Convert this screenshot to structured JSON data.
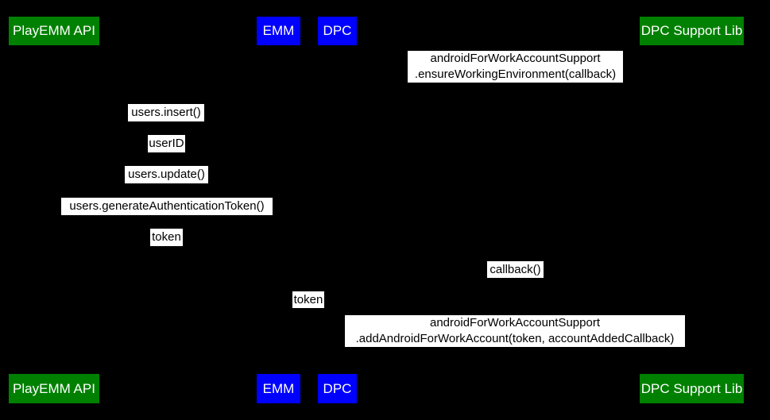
{
  "diagram": {
    "type": "sequence-diagram",
    "background_color": "#000000",
    "colors": {
      "actor_green": "#008000",
      "actor_blue": "#0000ff",
      "actor_text": "#ffffff",
      "label_bg": "#ffffff",
      "label_text": "#000000"
    },
    "actors_top": [
      {
        "label": "PlayEMM API"
      },
      {
        "label": "EMM"
      },
      {
        "label": "DPC"
      },
      {
        "label": "DPC Support Lib"
      }
    ],
    "actors_bottom": [
      {
        "label": "PlayEMM API"
      },
      {
        "label": "EMM"
      },
      {
        "label": "DPC"
      },
      {
        "label": "DPC Support Lib"
      }
    ],
    "messages": [
      {
        "text": "androidForWorkAccountSupport\n.ensureWorkingEnvironment(callback)"
      },
      {
        "text": "users.insert()"
      },
      {
        "text": "userID"
      },
      {
        "text": "users.update()"
      },
      {
        "text": "users.generateAuthenticationToken()"
      },
      {
        "text": "token"
      },
      {
        "text": "callback()"
      },
      {
        "text": "token"
      },
      {
        "text": "androidForWorkAccountSupport\n.addAndroidForWorkAccount(token, accountAddedCallback)"
      }
    ]
  }
}
